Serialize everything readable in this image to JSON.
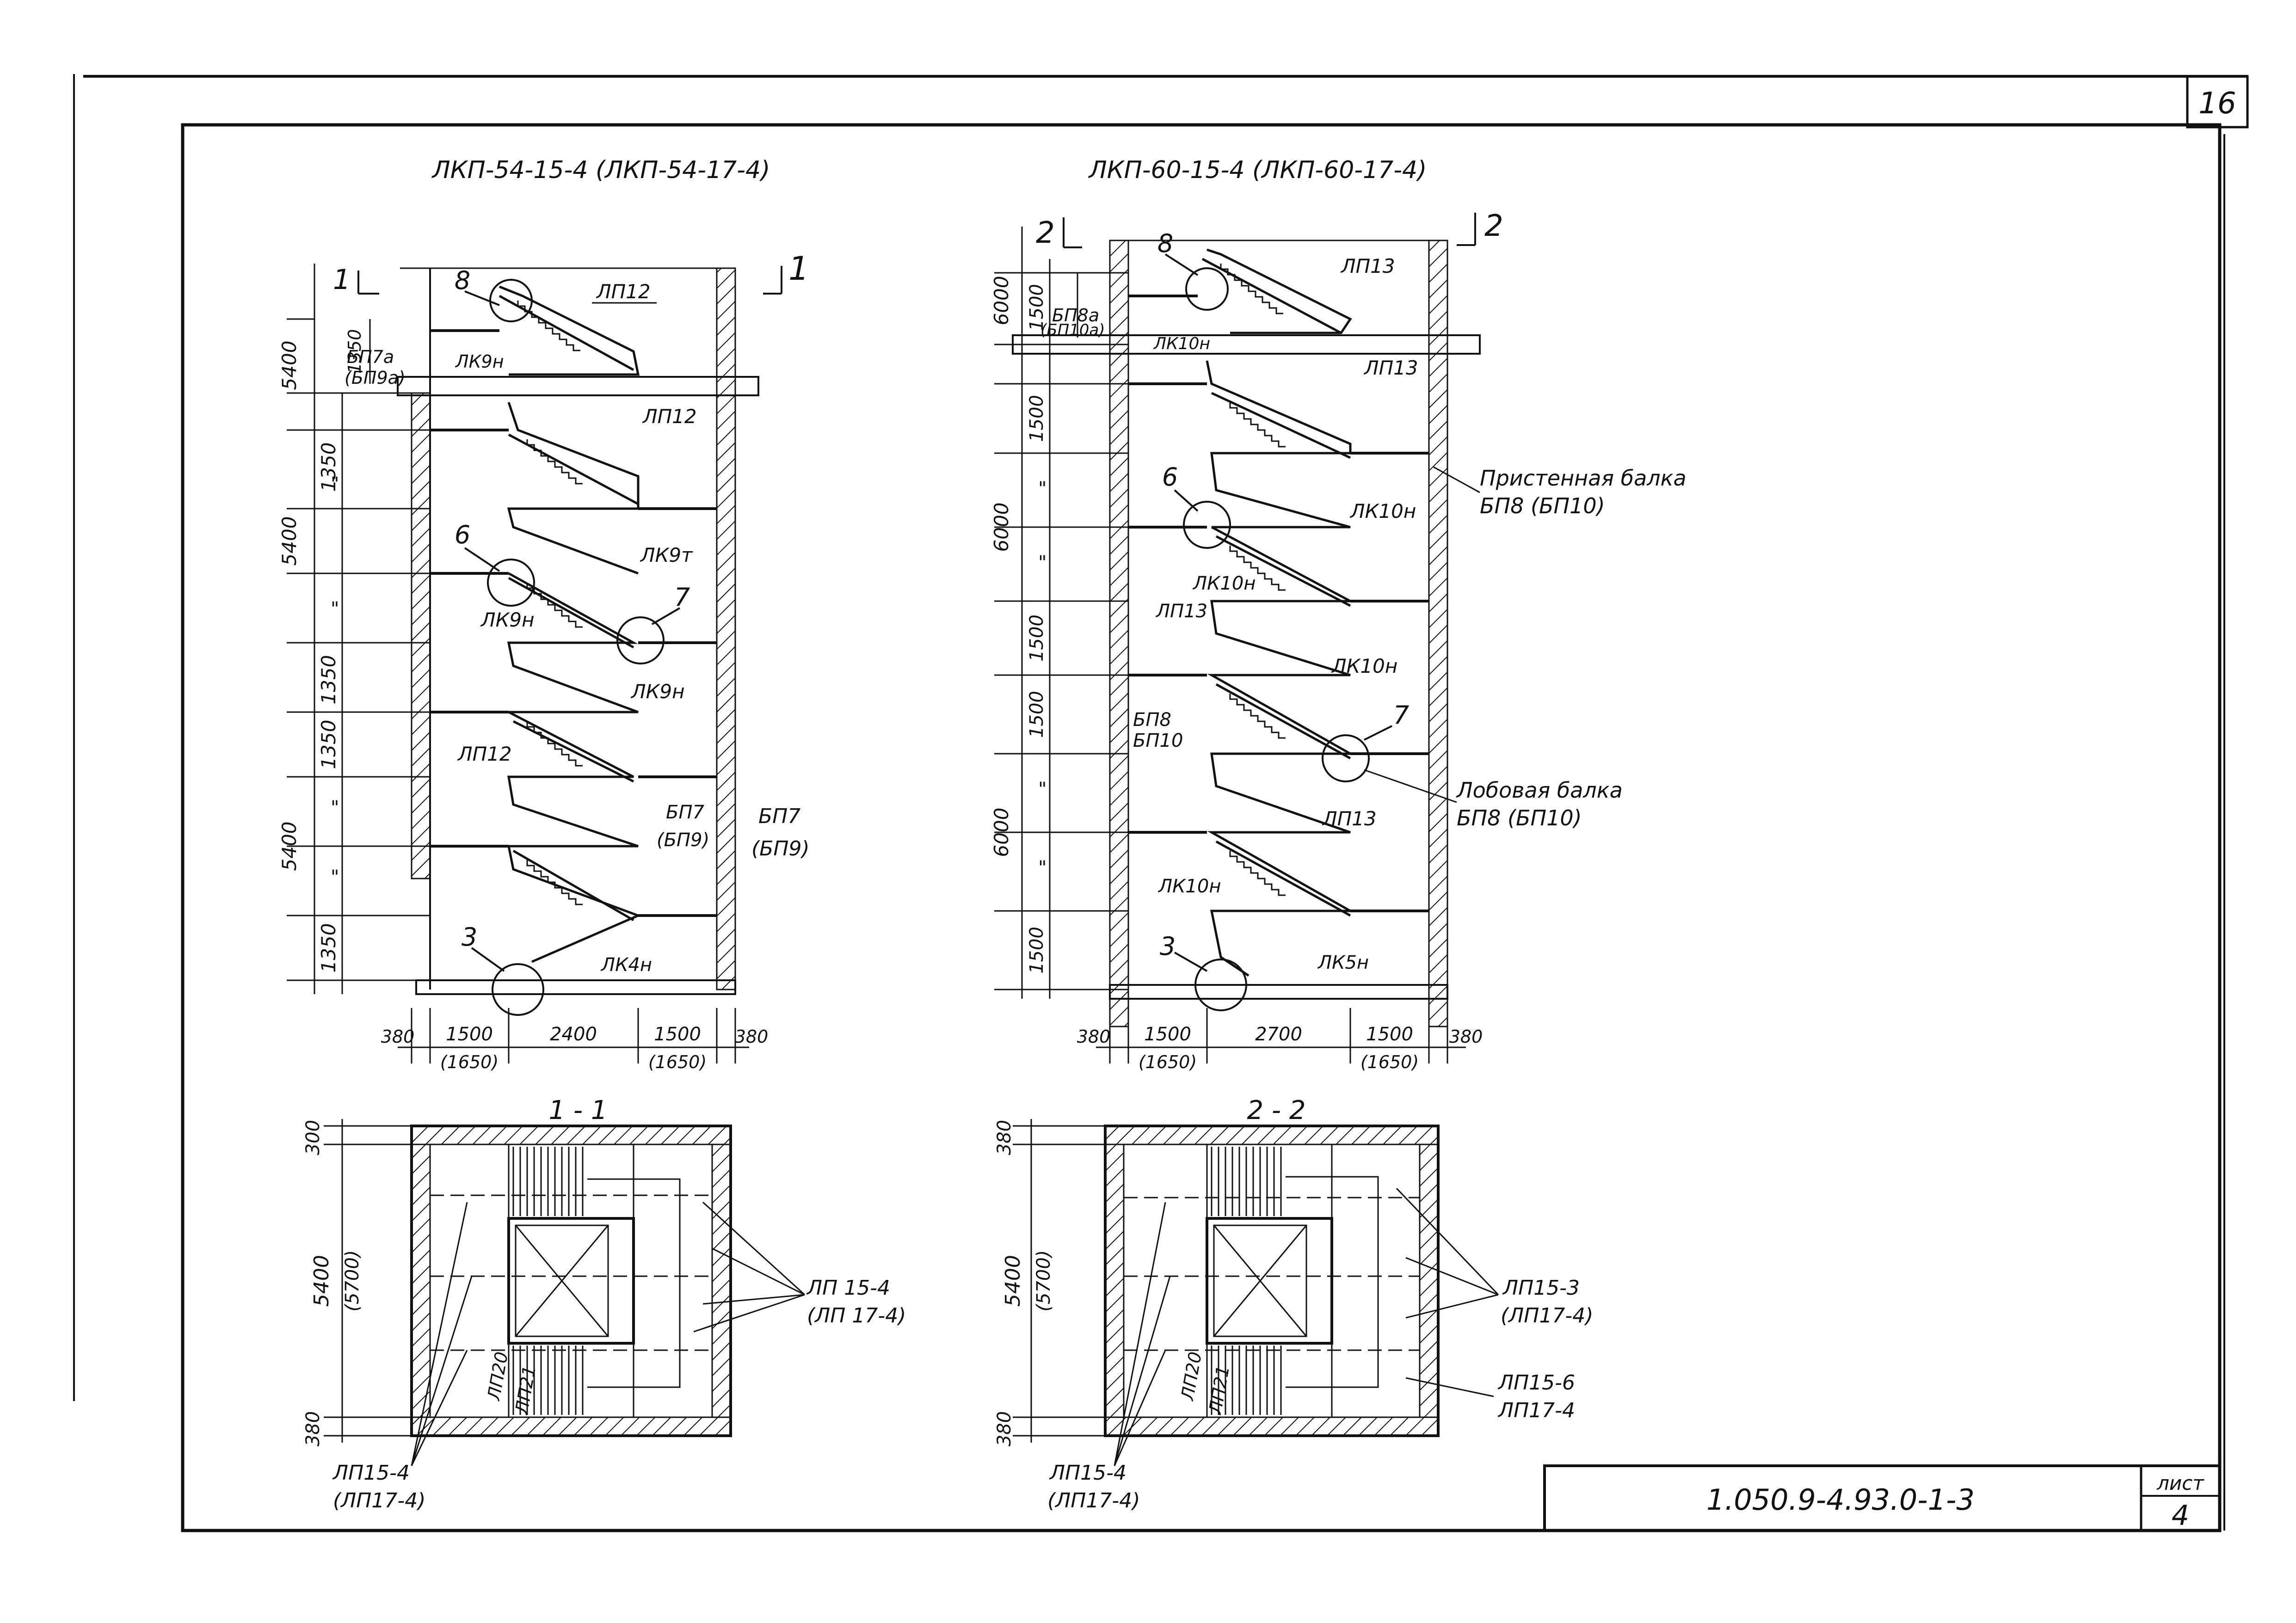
{
  "sheet": {
    "page_number": "16",
    "doc_code": "1.050.9-4.93.0-1-3",
    "sheet_label": "лист",
    "sheet_number": "4"
  },
  "left_section": {
    "title": "ЛКП-54-15-4 (ЛКП-54-17-4)",
    "cut_mark": "1",
    "dims_vertical": [
      "5400",
      "1350",
      "5400",
      "1350",
      "1350",
      "5400",
      "1350"
    ],
    "hatch_dims": [
      "\"",
      "\"",
      "\"",
      "\""
    ],
    "top_dim": "1350",
    "dims_bottom": [
      "380",
      "1500",
      "(1650)",
      "2400",
      "1500",
      "(1650)",
      "380"
    ],
    "labels": {
      "lp_top": "ЛП12",
      "bp_top": "БП7а",
      "bp_top_alt": "(БП9а)",
      "lk_top": "ЛК9н",
      "lp2": "ЛП12",
      "lk9t": "ЛК9т",
      "lk9n_1": "ЛК9н",
      "lk9n_2": "ЛК9н",
      "lp3": "ЛП12",
      "bp7_inner": "БП7",
      "bp9_inner": "(БП9)",
      "bp7_outer": "БП7",
      "bp9_outer": "(БП9)",
      "lk4n": "ЛК4н"
    },
    "callouts": [
      "8",
      "6",
      "7",
      "3"
    ]
  },
  "right_section": {
    "title": "ЛКП-60-15-4 (ЛКП-60-17-4)",
    "cut_mark": "2",
    "dims_vertical": [
      "6000",
      "1500",
      "1500",
      "6000",
      "1500",
      "1500",
      "6000",
      "1500"
    ],
    "hatch_dims": [
      "\"",
      "\"",
      "\"",
      "\""
    ],
    "dims_bottom": [
      "380",
      "1500",
      "(1650)",
      "2700",
      "1500",
      "(1650)",
      "380"
    ],
    "labels": {
      "lp_top": "ЛП13",
      "bp_top": "БП8а",
      "bp_top_alt": "(БП10а)",
      "lk_top": "ЛК10н",
      "lp2": "ЛП13",
      "lk10n_a": "ЛК10н",
      "lk10n_b": "ЛК10н",
      "lp3": "ЛП13",
      "lk10n_c": "ЛК10н",
      "bp8": "БП8",
      "bp10": "БП10",
      "lp4": "ЛП13",
      "lk10n_d": "ЛК10н",
      "lk5n": "ЛК5н",
      "wall_beam_title": "Пристенная балка",
      "wall_beam_code": "БП8 (БП10)",
      "landing_beam_title": "Лобовая балка",
      "landing_beam_code": "БП8 (БП10)"
    },
    "callouts": [
      "8",
      "6",
      "7",
      "3"
    ]
  },
  "plan_left": {
    "title": "1 - 1",
    "dims": [
      "300",
      "5400",
      "(5700)",
      "380"
    ],
    "lp_right": "ЛП 15-4",
    "lp_right_alt": "(ЛП 17-4)",
    "lp_bottom": "ЛП15-4",
    "lp_bottom_alt": "(ЛП17-4)",
    "lp20": "ЛП20",
    "lp21": "ЛП21"
  },
  "plan_right": {
    "title": "2 - 2",
    "dims": [
      "380",
      "5400",
      "(5700)",
      "380"
    ],
    "lp_right": "ЛП15-3",
    "lp_right_alt": "(ЛП17-4)",
    "lp_right2": "ЛП15-6",
    "lp_right2_alt": "ЛП17-4",
    "lp_bottom": "ЛП15-4",
    "lp_bottom_alt": "(ЛП17-4)",
    "lp20": "ЛП20",
    "lp21": "ЛП21"
  }
}
